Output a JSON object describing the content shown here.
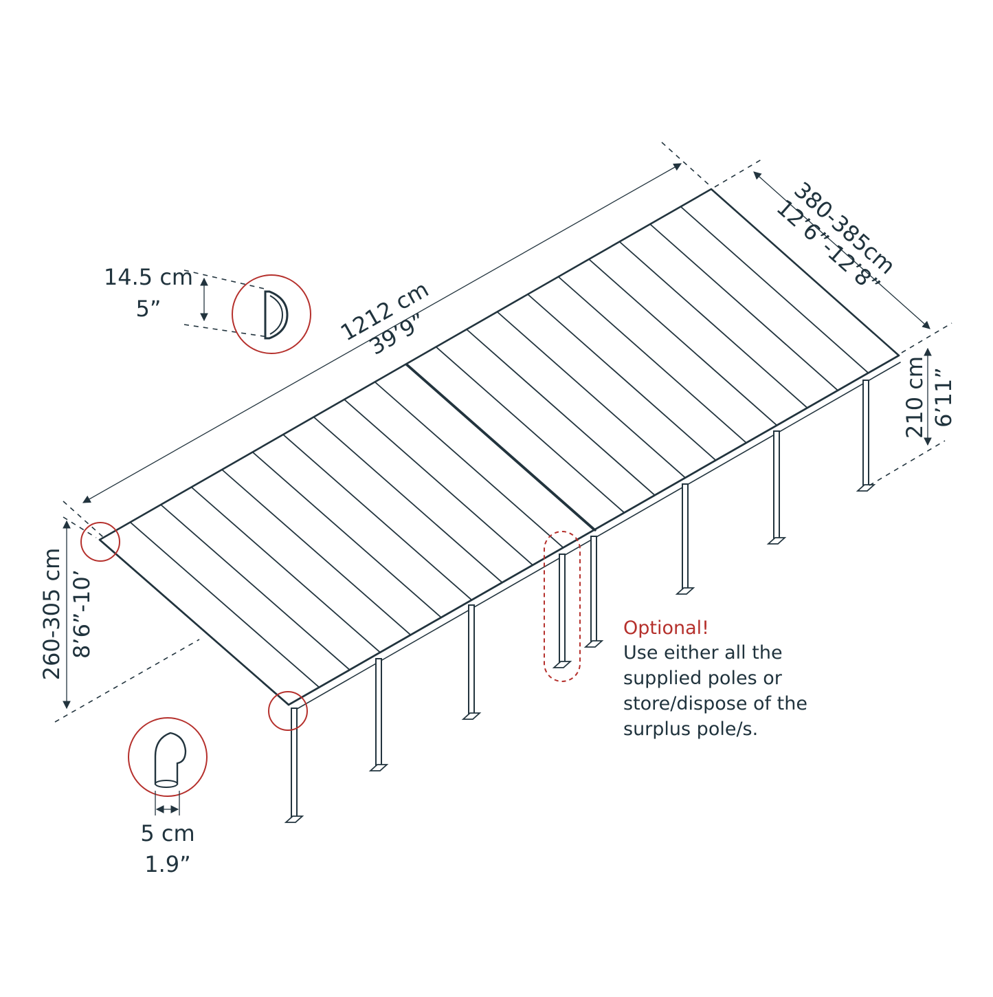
{
  "dimensions": {
    "length_cm": "1212 cm",
    "length_in": "39’9”",
    "width_cm": "380-385cm",
    "width_in": "12’6”-12’8”",
    "front_height_cm": "210 cm",
    "front_height_in": "6’11”",
    "back_height_cm": "260-305 cm",
    "back_height_in": "8’6”-10’",
    "gutter_cm": "14.5 cm",
    "gutter_in": "5”",
    "pole_cm": "5 cm",
    "pole_in": "1.9”"
  },
  "note": {
    "title": "Optional!",
    "lines": [
      "Use either all the",
      "supplied poles or",
      "store/dispose of the",
      "surplus pole/s."
    ]
  },
  "colors": {
    "line": "#22343e",
    "accent": "#b5302c"
  }
}
